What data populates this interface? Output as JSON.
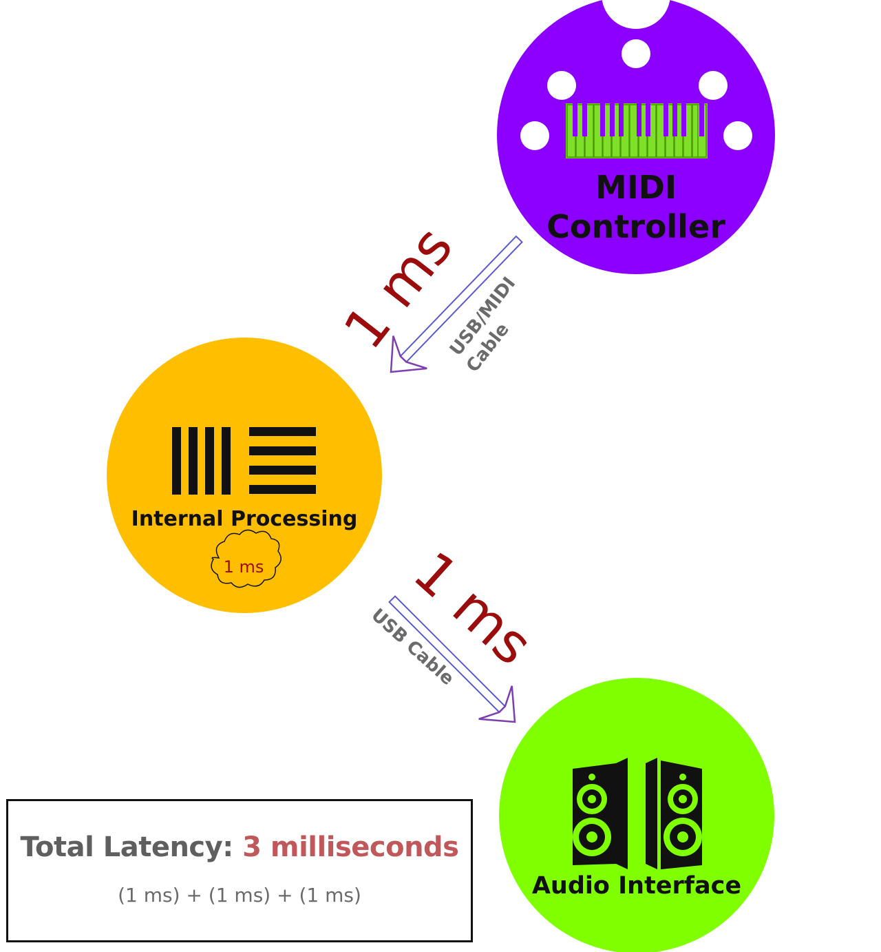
{
  "nodes": {
    "midi_controller": {
      "label_line1": "MIDI",
      "label_line2": "Controller",
      "color": "#8b00ff",
      "icon": "piano-keyboard-icon"
    },
    "internal_processing": {
      "label": "Internal Processing",
      "inner_badge": "1 ms",
      "color": "#ffbf00",
      "icon": "ableton-logo-icon"
    },
    "audio_interface": {
      "label": "Audio Interface",
      "color": "#7fff00",
      "icon": "speakers-icon"
    }
  },
  "edges": {
    "midi_to_processing": {
      "time": "1 ms",
      "cable_line1": "USB/MIDI",
      "cable_line2": "Cable"
    },
    "processing_to_audio": {
      "time": "1 ms",
      "cable": "USB Cable"
    }
  },
  "total": {
    "label": "Total Latency:",
    "value": "3 milliseconds",
    "breakdown": "(1 ms) + (1 ms) + (1 ms)"
  }
}
